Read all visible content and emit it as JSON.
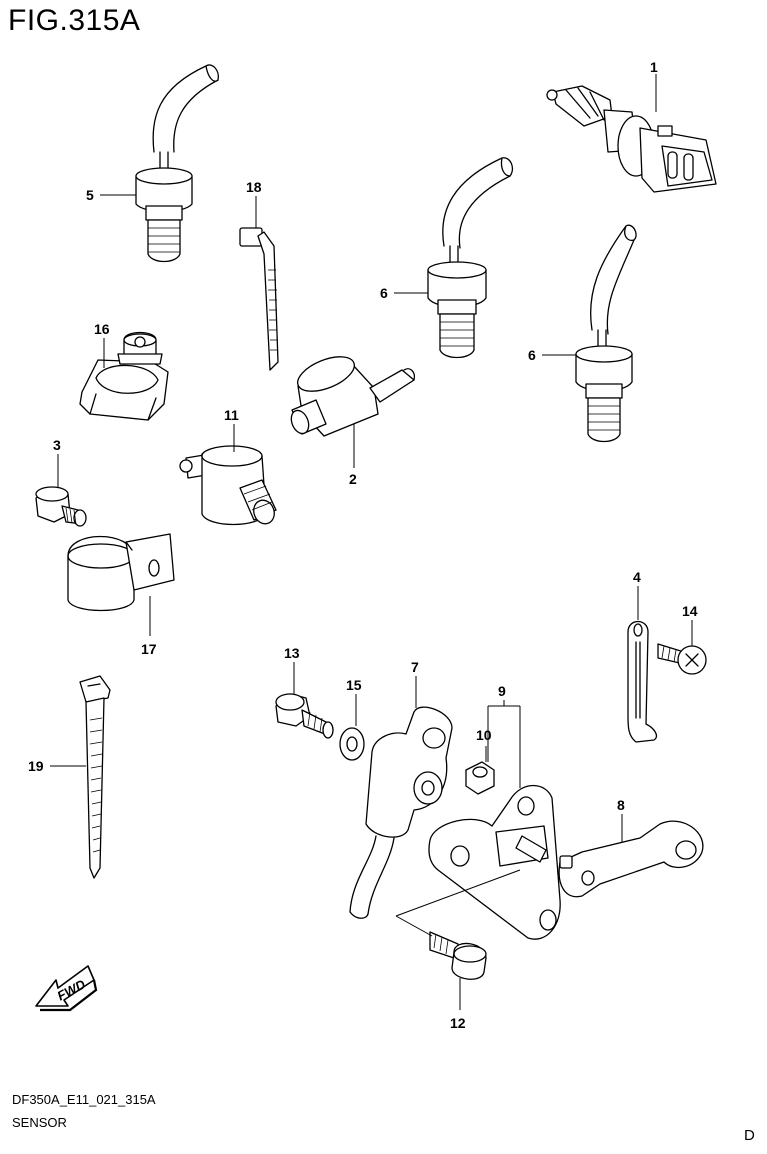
{
  "figure": {
    "title": "FIG.315A",
    "code": "DF350A_E11_021_315A",
    "name": "SENSOR",
    "page_letter": "D"
  },
  "callouts": {
    "c1": "1",
    "c2": "2",
    "c3": "3",
    "c4": "4",
    "c5": "5",
    "c6a": "6",
    "c6b": "6",
    "c7": "7",
    "c8": "8",
    "c9": "9",
    "c10": "10",
    "c11": "11",
    "c12": "12",
    "c13": "13",
    "c14": "14",
    "c15": "15",
    "c16": "16",
    "c17": "17",
    "c18": "18",
    "c19": "19"
  },
  "fwd_label": "FWD"
}
